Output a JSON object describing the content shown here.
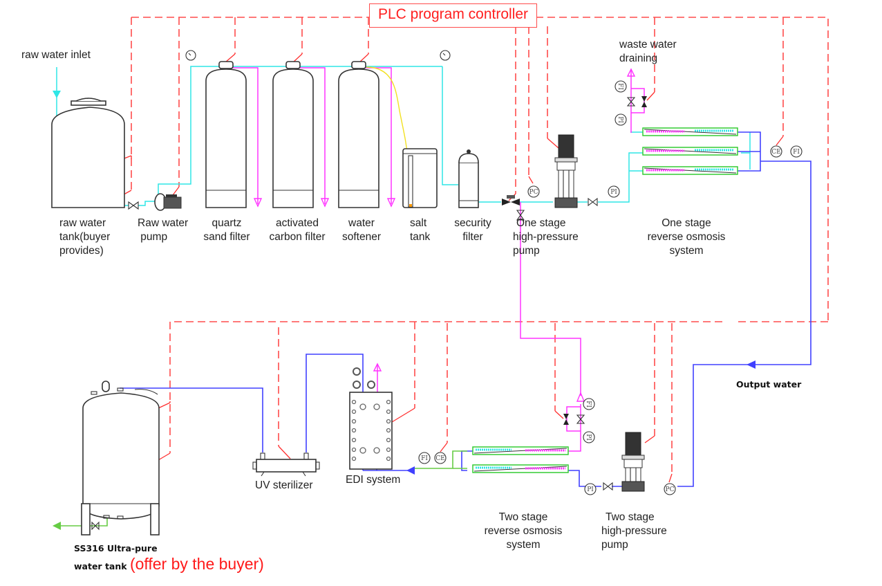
{
  "title": "PLC program controller",
  "colors": {
    "control_signal": "#ff4b4b",
    "raw_water_line": "#2ee6e6",
    "waste_line": "#ff33ff",
    "product_line": "#4040ff",
    "edi_feed_line": "#66cc44",
    "brine_line": "#f2e020"
  },
  "annotations": {
    "raw_water_inlet": "raw water inlet",
    "waste_water_draining": [
      "waste water",
      "draining"
    ],
    "output_water": "Output water"
  },
  "equipment": [
    {
      "id": "raw-water-tank",
      "label": [
        "raw water",
        "tank(buyer",
        "provides)"
      ]
    },
    {
      "id": "raw-water-pump",
      "label": [
        "Raw water",
        " pump"
      ]
    },
    {
      "id": "quartz-sand-filter",
      "label": [
        "quartz",
        "sand filter"
      ]
    },
    {
      "id": "activated-carbon-filter",
      "label": [
        "activated",
        "carbon filter"
      ]
    },
    {
      "id": "water-softener",
      "label": [
        "water",
        "softener"
      ]
    },
    {
      "id": "salt-tank",
      "label": [
        "salt",
        "tank"
      ]
    },
    {
      "id": "security-filter",
      "label": [
        "security",
        "filter"
      ]
    },
    {
      "id": "one-stage-hp-pump",
      "label": [
        "One stage",
        "high-pressure",
        "pump"
      ]
    },
    {
      "id": "one-stage-ro",
      "label": [
        "One stage",
        "reverse osmosis",
        "system"
      ]
    },
    {
      "id": "two-stage-hp-pump",
      "label": [
        "Two stage",
        "high-pressure",
        "pump"
      ]
    },
    {
      "id": "two-stage-ro",
      "label": [
        "Two stage",
        "reverse osmosis",
        "system"
      ]
    },
    {
      "id": "edi-system",
      "label": [
        "EDI system"
      ]
    },
    {
      "id": "uv-sterilizer",
      "label": [
        "UV sterilizer"
      ]
    },
    {
      "id": "ultra-pure-tank",
      "label": [
        "SS316 Ultra-pure",
        "water tank"
      ],
      "note": "(offer by the buyer)"
    }
  ],
  "instruments": {
    "pc": "PC",
    "pi": "PI",
    "ce": "CE",
    "fi": "FI"
  }
}
